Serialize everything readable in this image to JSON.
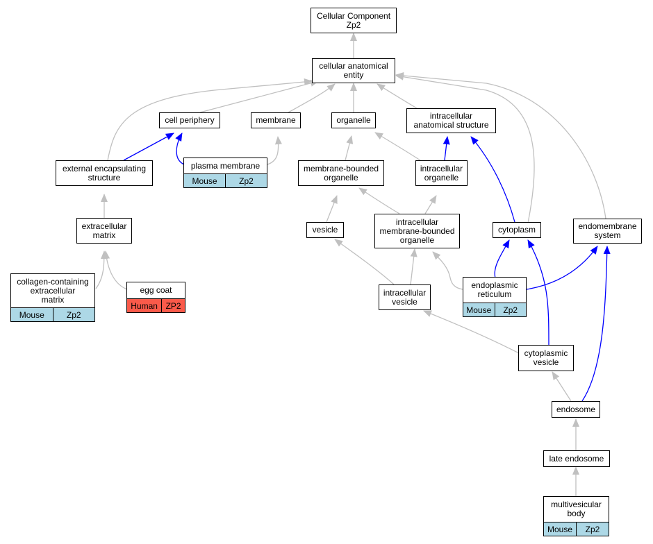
{
  "colors": {
    "is_a_edge": "#c0c0c0",
    "part_of_edge": "#0000ff",
    "mouse_tag": "#add8e6",
    "human_tag": "#fa5a4a"
  },
  "nodes": {
    "root": {
      "label": "Cellular Component\nZp2"
    },
    "cae": {
      "label": "cellular anatomical\nentity"
    },
    "cell_periphery": {
      "label": "cell periphery"
    },
    "membrane": {
      "label": "membrane"
    },
    "organelle": {
      "label": "organelle"
    },
    "ias": {
      "label": "intracellular\nanatomical structure"
    },
    "ecs": {
      "label": "external encapsulating\nstructure"
    },
    "plasma_membrane": {
      "label": "plasma membrane",
      "species": "Mouse",
      "gene": "Zp2"
    },
    "mbo": {
      "label": "membrane-bounded\norganelle"
    },
    "io": {
      "label": "intracellular\norganelle"
    },
    "ecm": {
      "label": "extracellular\nmatrix"
    },
    "vesicle": {
      "label": "vesicle"
    },
    "imbo": {
      "label": "intracellular\nmembrane-bounded\norganelle"
    },
    "cytoplasm": {
      "label": "cytoplasm"
    },
    "endomembrane": {
      "label": "endomembrane\nsystem"
    },
    "collagen": {
      "label": "collagen-containing\nextracellular\nmatrix",
      "species": "Mouse",
      "gene": "Zp2"
    },
    "egg_coat": {
      "label": "egg coat",
      "species": "Human",
      "gene": "ZP2"
    },
    "iv": {
      "label": "intracellular\nvesicle"
    },
    "er": {
      "label": "endoplasmic\nreticulum",
      "species": "Mouse",
      "gene": "Zp2"
    },
    "cv": {
      "label": "cytoplasmic\nvesicle"
    },
    "endosome": {
      "label": "endosome"
    },
    "late_endosome": {
      "label": "late endosome"
    },
    "mvb": {
      "label": "multivesicular\nbody",
      "species": "Mouse",
      "gene": "Zp2"
    }
  }
}
